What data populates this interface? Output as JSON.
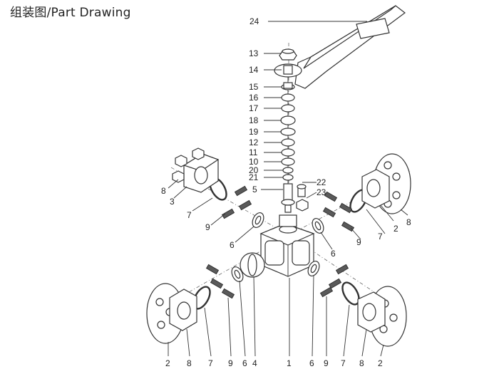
{
  "title": "组装图/Part Drawing",
  "callouts": {
    "c24": "24",
    "c13": "13",
    "c14": "14",
    "c15": "15",
    "c16": "16",
    "c17": "17",
    "c18": "18",
    "c19": "19",
    "c12": "12",
    "c11": "11",
    "c10": "10",
    "c20": "20",
    "c21": "21",
    "c5": "5",
    "c22": "22",
    "c23": "23",
    "c8_ul": "8",
    "c3": "3",
    "c7_ul": "7",
    "c9_ul": "9",
    "c6_ul": "6",
    "c6_ur": "6",
    "c7_ur": "7",
    "c2_ur": "2",
    "c8_ur": "8",
    "c9_ur": "9",
    "b2_l": "2",
    "b8_l": "8",
    "b7_l": "7",
    "b9_l": "9",
    "b6_l": "6",
    "b4": "4",
    "b1": "1",
    "b6_r": "6",
    "b9_r": "9",
    "b7_r": "7",
    "b8_r": "8",
    "b2_r": "2"
  }
}
